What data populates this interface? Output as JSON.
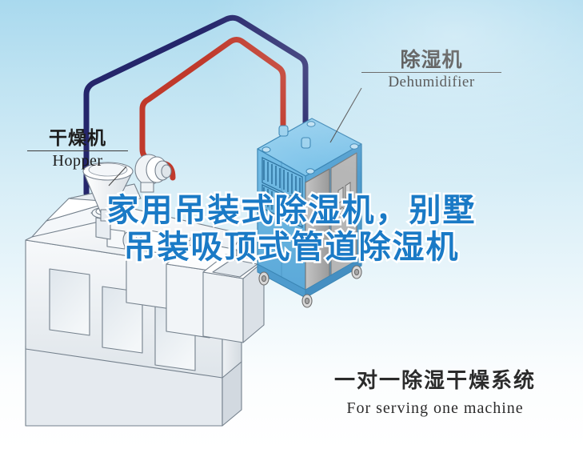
{
  "background": {
    "top_color": "#a9d9ee",
    "bottom_color": "#ffffff"
  },
  "colors": {
    "headline_blue": "#1a7ac6",
    "headline_outline": "#ffffff",
    "pipe_blue": "#25266b",
    "pipe_red": "#c0392b",
    "unit_blue": "#67b6e3",
    "unit_blue_dark": "#4f9fd0",
    "unit_blue_top": "#8fcdec",
    "panel_gray": "#a8a8a8",
    "machine_outline": "#6b7480",
    "machine_fill": "#f2f4f6"
  },
  "callouts": [
    {
      "id": "dehumidifier",
      "cn": "除湿机",
      "en": "Dehumidifier"
    },
    {
      "id": "hopper",
      "cn": "干燥机",
      "en": "Hopper"
    }
  ],
  "headline": {
    "line1": "家用吊装式除湿机，别墅",
    "line2": "吊装吸顶式管道除湿机"
  },
  "caption": {
    "cn": "一对一除湿干燥系统",
    "en": "For serving one machine"
  },
  "diagram": {
    "type": "isometric-equipment-schematic",
    "parts": [
      "dehumidifier-unit",
      "drying-hopper",
      "injection-molding-machine",
      "blue-return-air-pipe",
      "red-supply-air-pipe"
    ]
  }
}
